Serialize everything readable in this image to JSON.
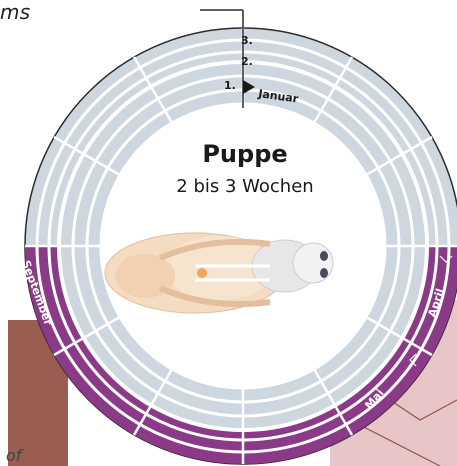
{
  "fragments": {
    "top_partial": "ms",
    "bottom_partial": "of"
  },
  "center": {
    "title": "Puppe",
    "subtitle": "2 bis 3 Wochen"
  },
  "rings": {
    "labels": [
      "1.",
      "2.",
      "3."
    ]
  },
  "months": {
    "january": "Januar",
    "april": "April",
    "may": "Mai",
    "september": "September"
  },
  "colors": {
    "ring_fill": "#ced6df",
    "ring_stroke": "#ffffff",
    "outer_border": "#2b2b2b",
    "highlight_purple": "#8a3a86",
    "highlight_purple_light": "#a96aa5",
    "background_pink": "#e8c5c7",
    "background_brown": "#9b5c52"
  },
  "icons": {
    "pointer": "triangle-pointer-icon",
    "pupa": "pupa-illustration"
  }
}
